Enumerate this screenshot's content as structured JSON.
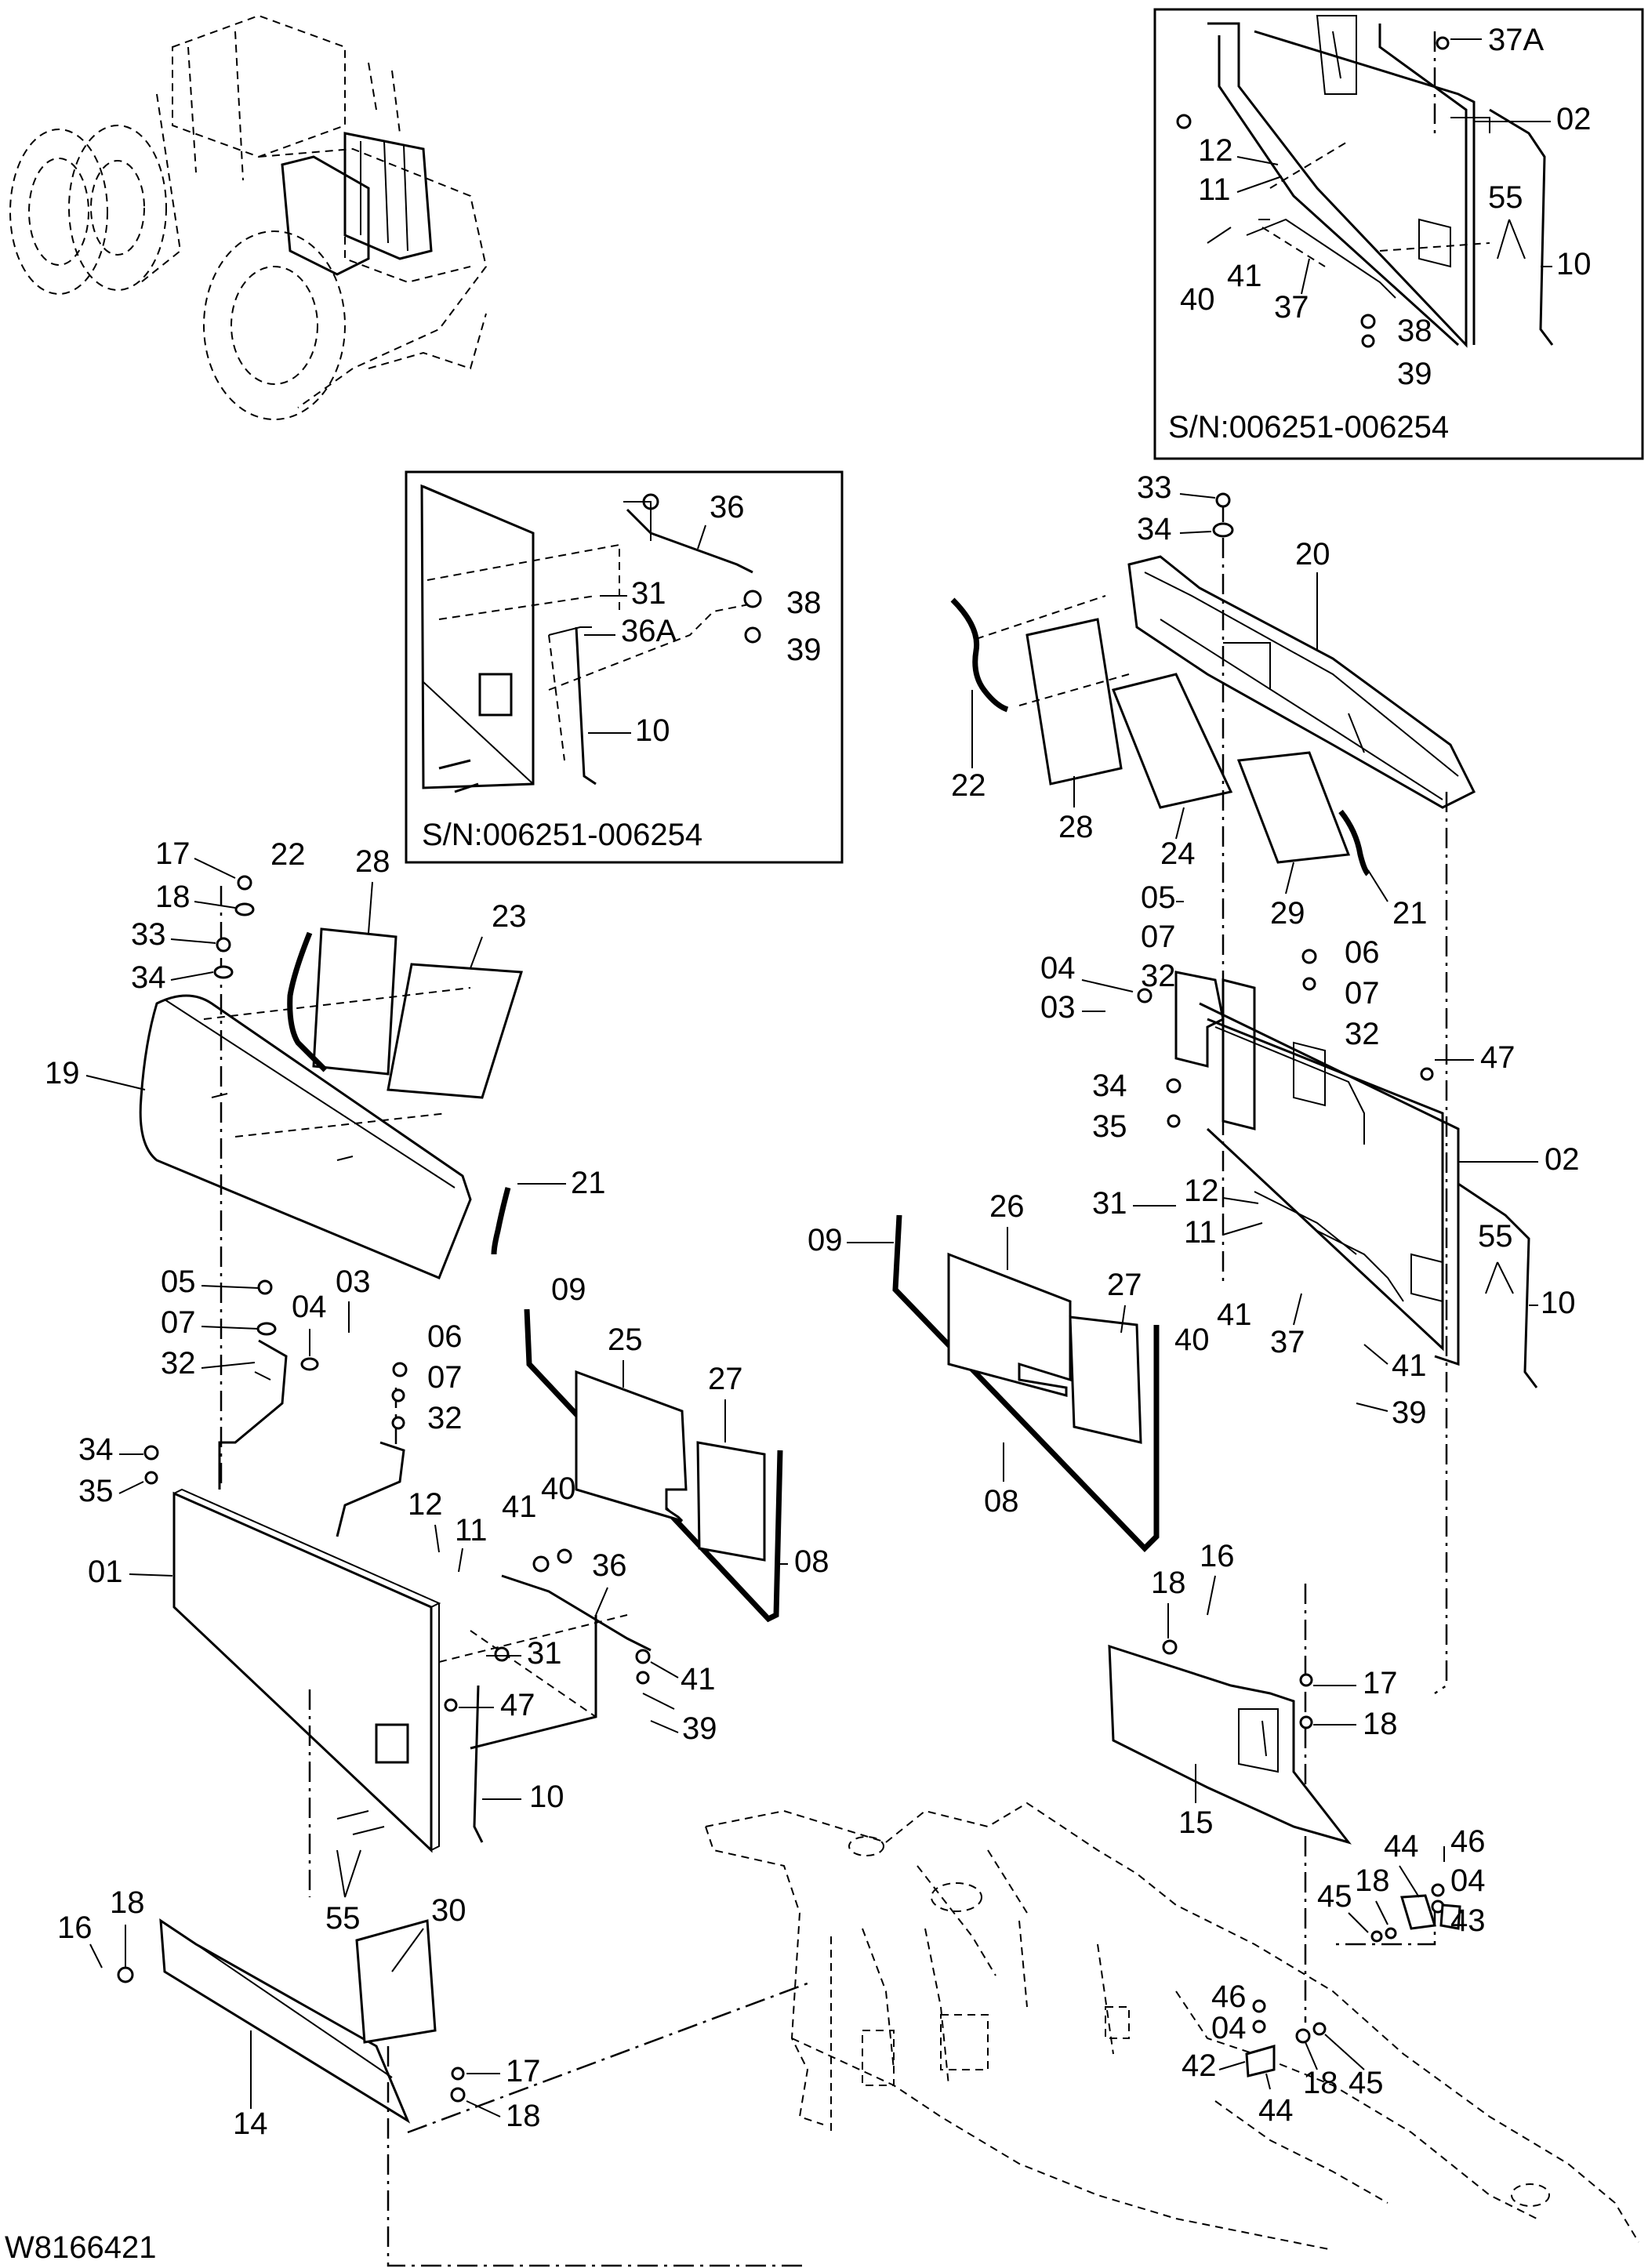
{
  "insets": {
    "top_right_serial": "S/N:006251-006254",
    "mid_serial": "S/N:006251-006254"
  },
  "drawing_number": "W8166421",
  "callouts": {
    "tr_37A": "37A",
    "tr_02": "02",
    "tr_12": "12",
    "tr_11": "11",
    "tr_55": "55",
    "tr_10": "10",
    "tr_40": "40",
    "tr_41": "41",
    "tr_37": "37",
    "tr_38": "38",
    "tr_39": "39",
    "mi_36": "36",
    "mi_31": "31",
    "mi_38": "38",
    "mi_36A": "36A",
    "mi_39": "39",
    "mi_10": "10",
    "r_33": "33",
    "r_34": "34",
    "r_20": "20",
    "r_22": "22",
    "r_28": "28",
    "r_24": "24",
    "r_29": "29",
    "r_21": "21",
    "r_05": "05",
    "r_07": "07",
    "r_32": "32",
    "r_04": "04",
    "r_03": "03",
    "r_06": "06",
    "r_07b": "07",
    "r_32b": "32",
    "r_47": "47",
    "r_34b": "34",
    "r_35": "35",
    "r_31": "31",
    "r_02": "02",
    "r_12": "12",
    "r_11": "11",
    "r_55": "55",
    "r_10": "10",
    "r_40": "40",
    "r_41": "41",
    "r_37": "37",
    "r_41b": "41",
    "r_39": "39",
    "c_09": "09",
    "c_26": "26",
    "c_27": "27",
    "c_08": "08",
    "l_17": "17",
    "l_22": "22",
    "l_28": "28",
    "l_23": "23",
    "l_18": "18",
    "l_33": "33",
    "l_34": "34",
    "l_19": "19",
    "l_21": "21",
    "l_05": "05",
    "l_03": "03",
    "l_07": "07",
    "l_04": "04",
    "l_32": "32",
    "l_06": "06",
    "l_07b": "07",
    "l_32b": "32",
    "l_09": "09",
    "l_25": "25",
    "l_27": "27",
    "l_34b": "34",
    "l_35": "35",
    "l_08": "08",
    "l_12": "12",
    "l_11": "11",
    "l_41": "41",
    "l_40": "40",
    "l_01": "01",
    "l_36": "36",
    "l_31": "31",
    "l_47": "47",
    "l_41b": "41",
    "l_39": "39",
    "l_10": "10",
    "l_55": "55",
    "b_16": "16",
    "b_18": "18",
    "b_30": "30",
    "b_14": "14",
    "b_17": "17",
    "b_18b": "18",
    "f_18": "18",
    "f_16": "16",
    "f_17": "17",
    "f_18b": "18",
    "f_15": "15",
    "f_44": "44",
    "f_46": "46",
    "f_18c": "18",
    "f_04": "04",
    "f_45": "45",
    "f_43": "43",
    "f_46b": "46",
    "f_04b": "04",
    "f_42": "42",
    "f_44b": "44",
    "f_18d": "18",
    "f_45b": "45"
  }
}
